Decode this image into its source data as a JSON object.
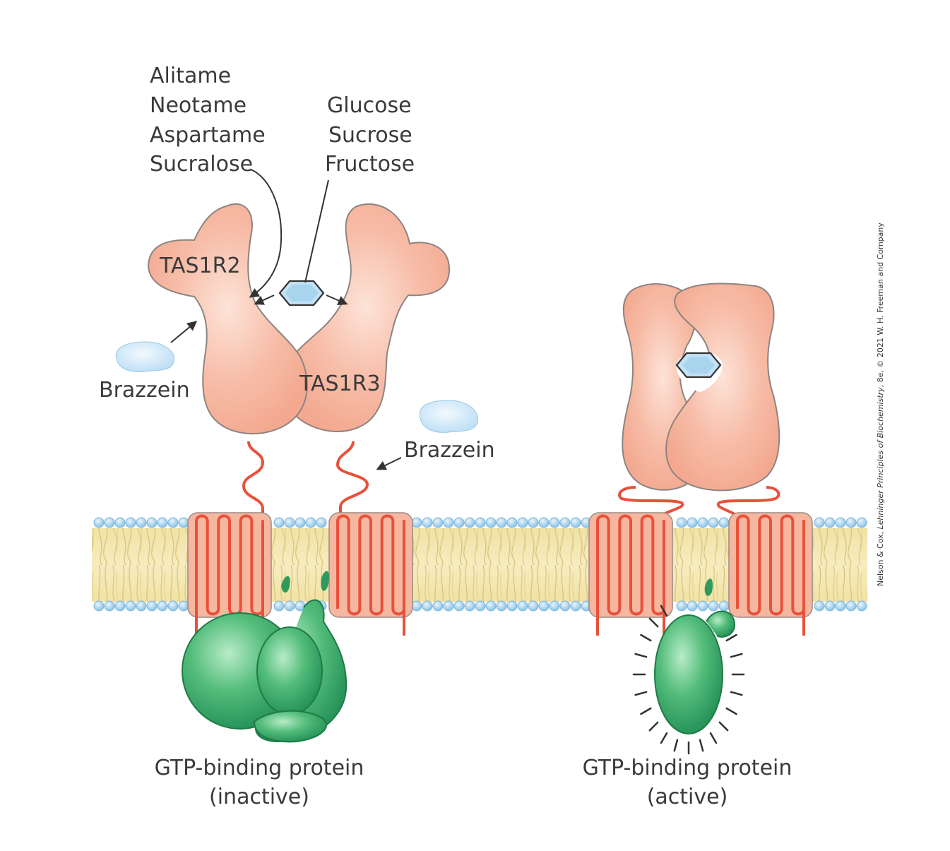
{
  "ligands": {
    "sweeteners": [
      "Alitame",
      "Neotame",
      "Aspartame",
      "Sucralose"
    ],
    "sugars": [
      "Glucose",
      "Sucrose",
      "Fructose"
    ]
  },
  "receptors": {
    "left_subunit": "TAS1R2",
    "right_subunit": "TAS1R3"
  },
  "brazzein_left": "Brazzein",
  "brazzein_right": "Brazzein",
  "gprotein_inactive": {
    "line1": "GTP-binding protein",
    "line2": "(inactive)"
  },
  "gprotein_active": {
    "line1": "GTP-binding protein",
    "line2": "(active)"
  },
  "credit": {
    "prefix": "Nelson & Cox, ",
    "title": "Lehninger Principles of Biochemistry",
    "suffix": ", 8e, © 2021 W. H. Freeman and Company"
  },
  "colors": {
    "receptor_fill": "#f6b7a1",
    "receptor_stroke": "#9a8a84",
    "tm_helix": "#e8513a",
    "membrane_core": "#f2e3a3",
    "head_group": "#a9d4ee",
    "gprotein": "#3fae6a",
    "sugar": "#c3e2f7",
    "brazzein": "#cfe6f8"
  }
}
